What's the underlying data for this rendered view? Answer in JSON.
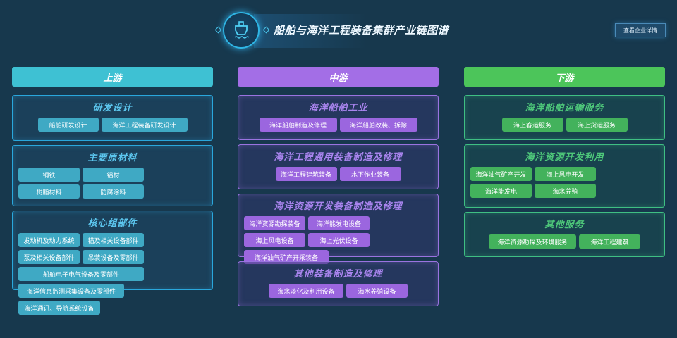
{
  "header": {
    "title": "船舶与海洋工程装备集群产业链图谱",
    "detail_button": "查看企业详情",
    "icon": "ship-icon"
  },
  "colors": {
    "upstream": "#3ec1d3",
    "midstream": "#a36ee6",
    "downstream": "#4cc55a"
  },
  "upstream": {
    "label": "上游",
    "cards": [
      {
        "title": "研发设计",
        "items": [
          "船舶研发设计",
          "海洋工程装备研发设计"
        ]
      },
      {
        "title": "主要原材料",
        "items": [
          "钢铁",
          "铝材",
          "树脂材料",
          "防腐涂料"
        ]
      },
      {
        "title": "核心组部件",
        "items": [
          "发动机及动力系统",
          "锚及相关设备部件",
          "泵及相关设备部件",
          "吊装设备及零部件",
          "船舶电子电气设备及零部件",
          "海洋信息监测采集设备及零部件",
          "海洋通讯、导航系统设备"
        ]
      }
    ]
  },
  "midstream": {
    "label": "中游",
    "cards": [
      {
        "title": "海洋船舶工业",
        "items": [
          "海洋船舶制造及修理",
          "海洋船舶改装、拆除"
        ]
      },
      {
        "title": "海洋工程通用装备制造及修理",
        "items": [
          "海洋工程建筑装备",
          "水下作业装备"
        ]
      },
      {
        "title": "海洋资源开发装备制造及修理",
        "items": [
          "海洋资源勘探装备",
          "海洋能发电设备",
          "海上风电设备",
          "海上光伏设备",
          "海洋油气矿产开采装备"
        ]
      },
      {
        "title": "其他装备制造及修理",
        "items": [
          "海水淡化及利用设备",
          "海水养殖设备"
        ]
      }
    ]
  },
  "downstream": {
    "label": "下游",
    "cards": [
      {
        "title": "海洋船舶运输服务",
        "items": [
          "海上客运服务",
          "海上货运服务"
        ]
      },
      {
        "title": "海洋资源开发利用",
        "items": [
          "海洋油气矿产开发",
          "海上风电开发",
          "海洋能发电",
          "海水养殖"
        ]
      },
      {
        "title": "其他服务",
        "items": [
          "海洋资源勘探及环境服务",
          "海洋工程建筑"
        ]
      }
    ]
  }
}
